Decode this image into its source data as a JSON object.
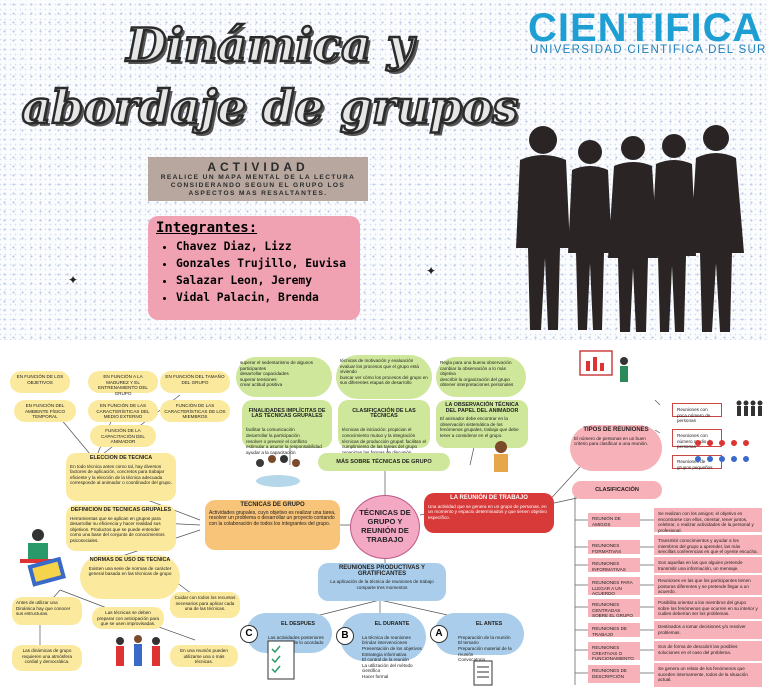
{
  "header": {
    "title_line1": "Dinámica y",
    "title_line2": "abordaje de grupos",
    "brand": "CIENTIFICA",
    "brand_sub": "UNIVERSIDAD CIENTIFICA DEL SUR"
  },
  "activity": {
    "heading": "ACTIVIDAD",
    "body": "REALICE UN MAPA MENTAL DE LA LECTURA CONSIDERANDO SEGUN EL GRUPO LOS ASPECTOS MAS RESALTANTES."
  },
  "members": {
    "heading": "Integrantes:",
    "names": [
      "Chavez Diaz, Lizz",
      "Gonzales Trujillo, Euvisa",
      "Salazar Leon, Jeremy",
      "Vidal Palacin, Brenda"
    ]
  },
  "map": {
    "center": "TÉCNICAS DE GRUPO Y REUNIÓN DE TRABAJO",
    "left_top": [
      "EN FUNCIÓN DE LOS OBJETIVOS",
      "EN FUNCIÓN A LA MADUREZ Y EL ENTRENAMIENTO DEL GRUPO",
      "EN FUNCIÓN DEL TAMAÑO DEL GRUPO",
      "EN FUNCIÓN DEL AMBIENTE FÍSICO TEMPORAL",
      "EN FUNCIÓN DE LAS CARACTERÍSTICAS DEL MEDIO EXTERNO",
      "FUNCIÓN DE LAS CARACTERÍSTICAS DE LOS MIEMBROS",
      "FUNCIÓN DE LA CAPACITACIÓN DEL ANIMADOR"
    ],
    "eleccion": {
      "title": "ELECCION DE TECNICA",
      "text": "En todo técnica antes como tal, hay diversos factores de aplicación, concretos para trabajar eficiente y la elección de la técnica adecuada corresponde al animador o coordinador del grupo."
    },
    "definicion": {
      "title": "DEFINICION DE TECNICAS GRUPALES",
      "text": "Herramientas que se aplican en grupos para desarrollar su eficiencia y hacer realidad sus objetivos. Productos que se puede entender como una base del conjunto de conocimientos psicosociales."
    },
    "normas": {
      "title": "NORMAS DE USO DE TECNICA",
      "text": "Existen una serie de normas de carácter general basada en las técnicas de grupo"
    },
    "tecnicas_grupo": {
      "title": "TECNICAS DE GRUPO",
      "text": "Actividades grupales, cuyo objetivo es realizar una tarea, resolver un problema o desarrollar un proyecto contando con la colaboración de todos los integrantes del grupo."
    },
    "bottom_left": [
      "Antes de utilizar una Dinámica hay que conocer sus estructuras.",
      "Las técnicas se deben preparar con anticipación para que se usen improvisadas.",
      "Cuidar con todos los recursos necesarios para aplicar cada una de las técnicas.",
      "Las dinámicas de grupo requieren una atmósfera cordial y democrática.",
      "En una reunión pueden utilizarse una o más técnicas."
    ],
    "top_mid": [
      "superar el sedentarismo de algunos participantes\ndesarrollar capacidades\nsuperar tensiones\ncrear actitud positiva",
      "técnicas de motivación y evaluación evaluar los procesos que el grupo está viviendo\nbuscar ver cómo los procesos del grupo en sus diferentes etapas de desarrollo",
      "Regla para una buena observación\ncambiar la observación a lo más objetiva\ndescribir la organización del grupo\nobtener interpretaciones personales"
    ],
    "finalidades": {
      "title": "FINALIDADES IMPLÍCITAS DE LAS TÉCNICAS GRUPALES",
      "text": "facilitar la comunicación\ndesarrollar la participación\nresolver o prevenir el conflicto\nestimular a asumir la responsabilidad\nayudar a la capacitación"
    },
    "clasificacion_tec": {
      "title": "CLASIFICACIÓN DE LAS TÉCNICAS",
      "text": "técnicas de iniciación: propician el conocimiento mutuo y la integración\ntécnicas de producción grupal: facilitan el cumplimiento de las tareas del grupo\norganizan las formas de discusión"
    },
    "observacion": {
      "title": "LA OBSERVACIÓN TÉCNICA DEL PAPEL DEL ANIMADOR",
      "text": "El animador debe encontrar en la observación sistemática de los fenómenos grupales, trabaja que debe tener a considerar en el grupo."
    },
    "mas_sobre": "MÁS SOBRE TÉCNICAS DE GRUPO",
    "reunion": {
      "title": "LA REUNIÓN DE TRABAJO",
      "text": "Una actividad que se genera en un grupo de personas, en un momento y espacio determinados y que tienen objetivo específico."
    },
    "tipos": {
      "title": "TIPOS DE REUNIONES",
      "text": "El número de personas en un buen criterio para clasificar a una reunión."
    },
    "tipos_items": [
      "Reuniones con poca número de personas",
      "Reuniones con número medio de personas",
      "Reuniones de grupos pequeños"
    ],
    "clasificacion": "CLASIFICACIÓN",
    "right_labels": [
      "REUNIÓN DE AMIGOS",
      "REUNIONES FORMATIVAS",
      "REUNIONES INFORMATIVAS",
      "REUNIONES PARA LLEGAR A UN ACUERDO",
      "REUNIONES CENTRADAS SOBRE EL GRUPO",
      "REUNIONES DE TRABAJO",
      "REUNIONES CREATIVAS O FUNCIONAMIENTO",
      "REUNIONES DE DESCRIPCIÓN"
    ],
    "right_texts": [
      "Se realizan con los amigos; el objetivo es encontrarse con ellos, orientar, tener juntos, celebrar, o realizar actividades de la personal y profesional.",
      "Transmitir conocimientos y ayudar a los miembros del grupo a aprender, las más sencillas conferencias en que el oyente escucha.",
      "Son aquellas en las que alguien pretende transmitir una información, un mensaje.",
      "Reuniones en las que los participantes tienen posturas diferentes y se pretende llegar a un acuerdo.",
      "Posibilita orientar a los miembros del grupo sobre los fenómenos que ocurren en su interior y cuáles deberían ser los problemas.",
      "Destinados a tomar decisiones y/o resolver problemas.",
      "Son de forma de descubrir las posibles soluciones en el caso del problema.",
      "Se genera un relato de los fenómenos que suceden internamente, todos de la situación actual."
    ],
    "productivas": {
      "title": "REUNIONES PRODUCTIVAS Y GRATIFICANTES",
      "text": "La aplicación de la técnica de reuniones de trabajo comparte tres momentos"
    },
    "despues": {
      "letter": "C",
      "title": "EL DESPUES",
      "text": "Las actividades posteriores\nRealización de lo acordado en la reunión"
    },
    "durante": {
      "letter": "B",
      "title": "EL DURANTE",
      "text": "La técnica de reuniones\nbrindar intervenciones\nPresentación de los objetivos\nEstrategia informativa\nEl control de la reunión\nLa utilización del método científico\nHacer formal"
    },
    "antes": {
      "letter": "A",
      "title": "EL ANTES",
      "text": "Preparación de la reunión\nEl temario\nPreparación material de la reunión\nConvocatoria"
    }
  }
}
